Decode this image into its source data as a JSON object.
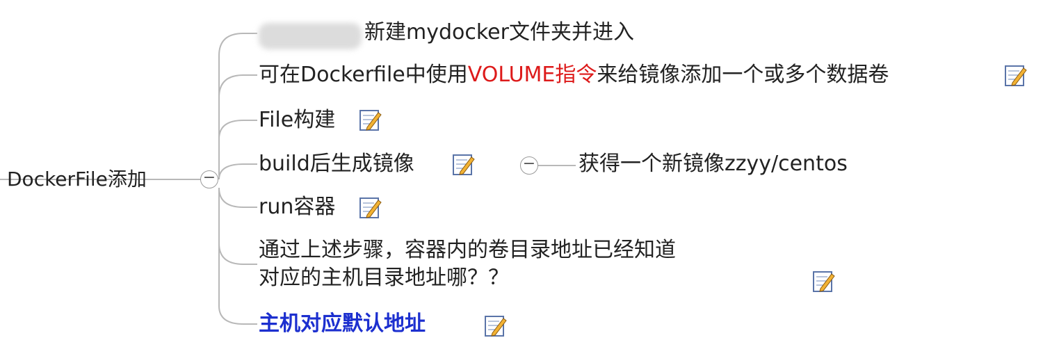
{
  "root": {
    "label": "DockerFile添加"
  },
  "branches": [
    {
      "label": "新建mydocker文件夹并进入"
    },
    {
      "part1": "可在Dockerfile中使用",
      "part2": "VOLUME指令",
      "part3": "来给镜像添加一个或多个数据卷"
    },
    {
      "label": "File构建"
    },
    {
      "label": "build后生成镜像"
    },
    {
      "label": "run容器"
    },
    {
      "line1": "通过上述步骤，容器内的卷目录地址已经知道",
      "line2": "对应的主机目录地址哪？？"
    },
    {
      "label": "主机对应默认地址"
    }
  ],
  "sub_branch": {
    "label": "获得一个新镜像zzyy/centos"
  },
  "collapse_symbol": "−",
  "colors": {
    "accent_red": "#dd1a1a",
    "accent_blue": "#1c2fcf",
    "connector": "#b0b0b0"
  },
  "icons": {
    "note": "note-pencil-icon",
    "collapse": "collapse-toggle-icon"
  }
}
